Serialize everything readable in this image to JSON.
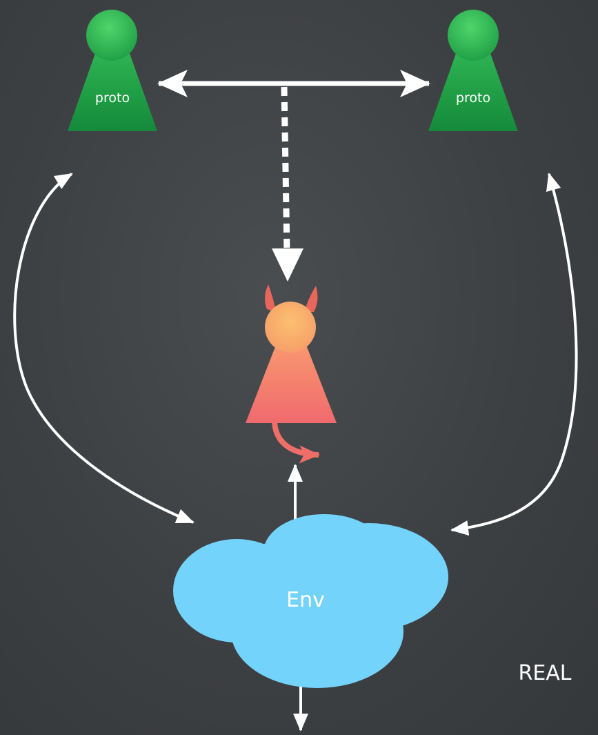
{
  "nodes": {
    "proto_left": {
      "label": "proto",
      "color": "#1f9a45"
    },
    "proto_right": {
      "label": "proto",
      "color": "#1f9a45"
    },
    "adversary": {
      "label": "",
      "color": "#f38370"
    },
    "environment": {
      "label": "Env",
      "color": "#74d3fb"
    }
  },
  "annotations": {
    "real_label": "REAL"
  },
  "colors": {
    "background": "#3f4245",
    "arrow": "#ffffff",
    "tail": "#f06e68"
  }
}
